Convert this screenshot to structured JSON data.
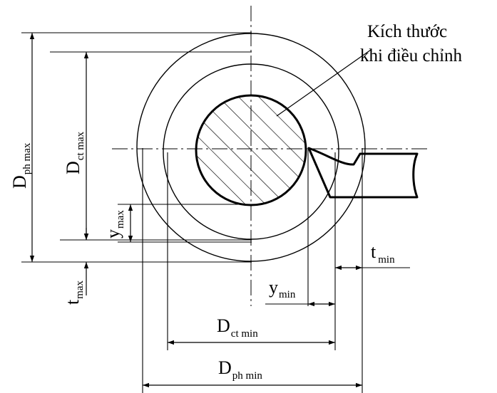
{
  "annotation": {
    "line1": "Kích thước",
    "line2": "khi điều chỉnh"
  },
  "labels": {
    "d_ph_max": {
      "main": "D",
      "sub": "ph max"
    },
    "d_ct_max": {
      "main": "D",
      "sub": "ct max"
    },
    "y_max": {
      "main": "y",
      "sub": "max"
    },
    "t_max": {
      "main": "t",
      "sub": "max"
    },
    "t_min": {
      "main": "t",
      "sub": "min"
    },
    "y_min": {
      "main": "y",
      "sub": "min"
    },
    "d_ct_min": {
      "main": "D",
      "sub": "ct min"
    },
    "d_ph_min": {
      "main": "D",
      "sub": "ph min"
    }
  },
  "colors": {
    "ink": "#000000",
    "background": "#ffffff"
  }
}
